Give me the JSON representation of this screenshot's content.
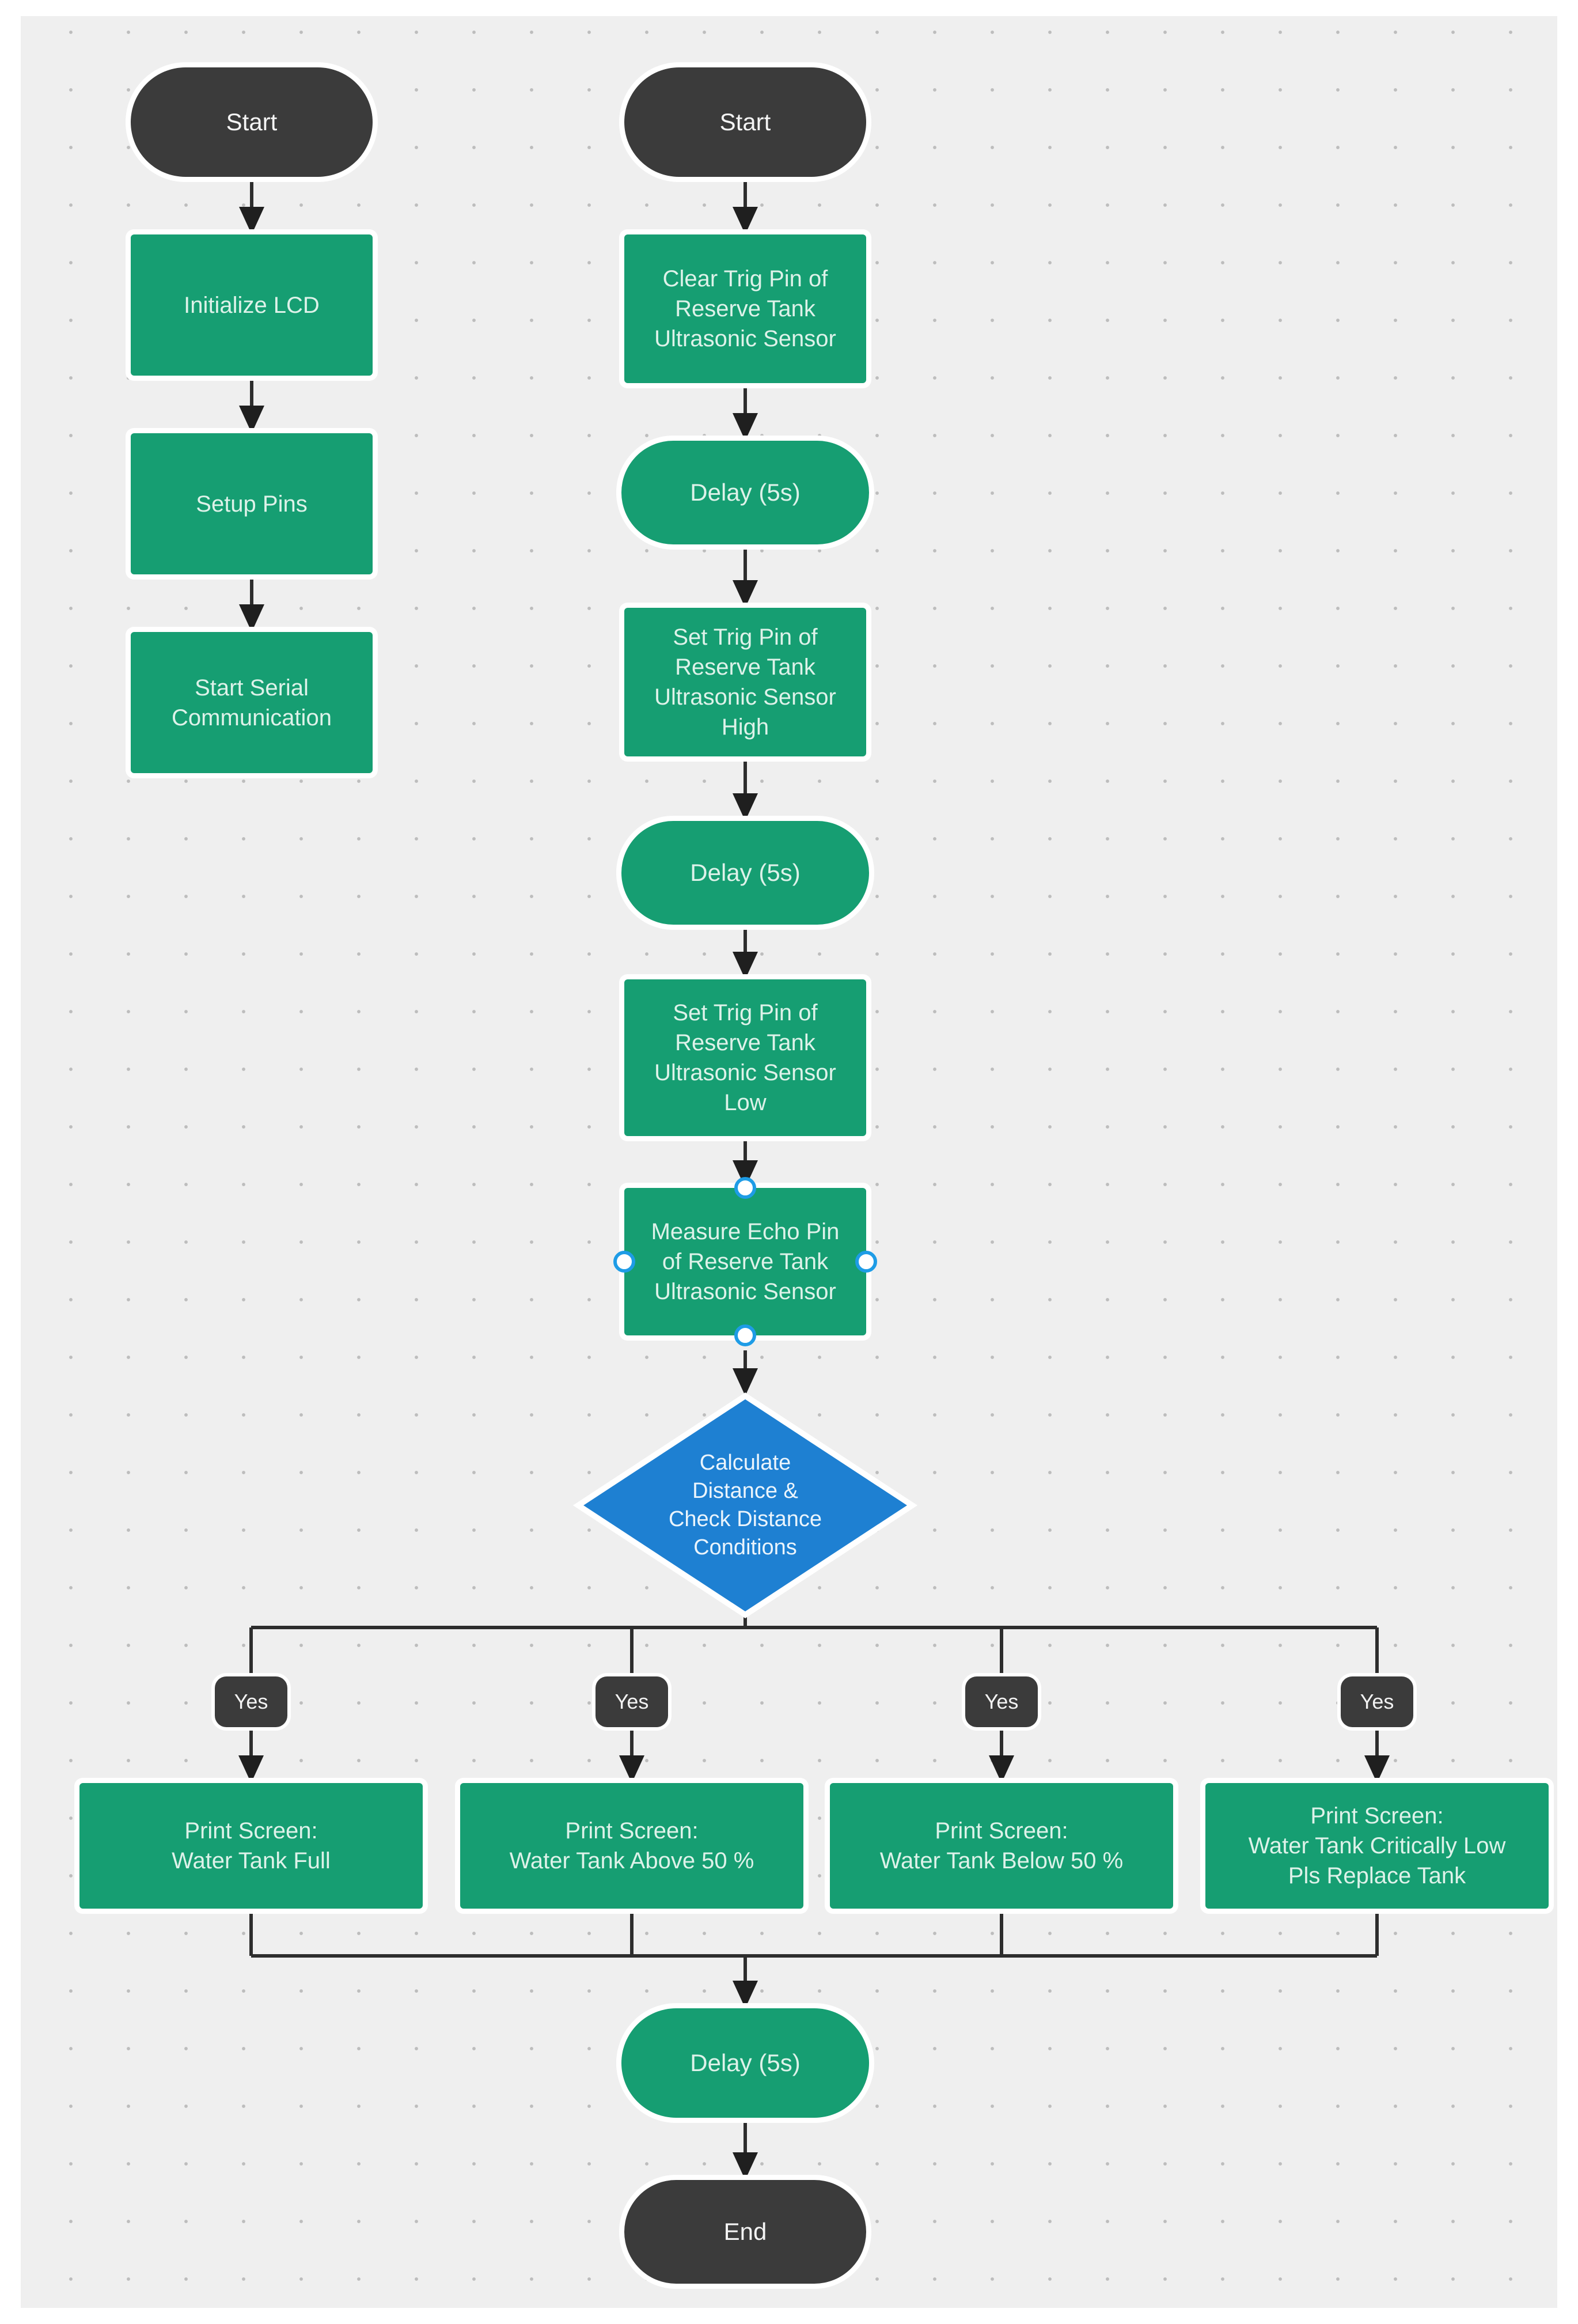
{
  "canvas": {
    "page_color": "#ffffff",
    "background_color": "#efefef",
    "dot_color": "#bdbdbd"
  },
  "palette": {
    "process_fill": "#169E72",
    "terminal_fill": "#3B3B3B",
    "decision_fill": "#1E80D2",
    "connector_color": "#2D2D2D",
    "selection_handle_color": "#1E9CE6",
    "process_text_color": "#DDF2E9",
    "terminal_text_color": "#F4F4F4"
  },
  "nodes": {
    "start_left": "Start",
    "initialize_lcd": "Initialize LCD",
    "setup_pins": "Setup Pins",
    "start_serial": "Start Serial\nCommunication",
    "start_right": "Start",
    "clear_trig": "Clear Trig Pin of\nReserve Tank\nUltrasonic Sensor",
    "delay_1": "Delay (5s)",
    "set_trig_high": "Set Trig Pin of\nReserve Tank\nUltrasonic Sensor\nHigh",
    "delay_2": "Delay (5s)",
    "set_trig_low": "Set Trig Pin of\nReserve Tank\nUltrasonic Sensor\nLow",
    "measure_echo": "Measure Echo Pin\nof Reserve Tank\nUltrasonic Sensor",
    "decision": "Calculate\nDistance &\nCheck Distance\nConditions",
    "yes_labels": [
      "Yes",
      "Yes",
      "Yes",
      "Yes"
    ],
    "print_full": "Print Screen:\nWater Tank Full",
    "print_above_50": "Print Screen:\nWater Tank Above 50 %",
    "print_below_50": "Print Screen:\nWater Tank Below 50 %",
    "print_critical": "Print Screen:\nWater Tank Critically Low\nPls Replace Tank",
    "delay_3": "Delay (5s)",
    "end": "End"
  },
  "selection": {
    "selected_node": "measure_echo",
    "handle_count": 4
  }
}
